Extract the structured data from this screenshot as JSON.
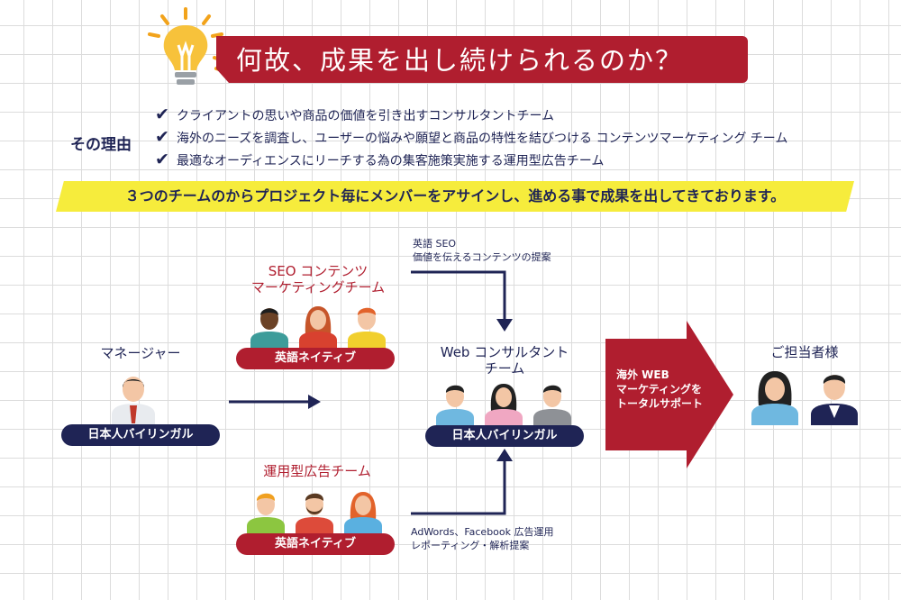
{
  "title": "何故、成果を出し続けられるのか？",
  "reasons": {
    "label": "その理由",
    "items": [
      "クライアントの思いや商品の価値を引き出すコンサルタントチーム",
      "海外のニーズを調査し、ユーザーの悩みや願望と商品の特性を結びつける コンテンツマーケティング チーム",
      "最適なオーディエンスにリーチする為の集客施策実施する運用型広告チーム"
    ]
  },
  "highlight": "３つのチームのからプロジェクト毎にメンバーをアサインし、進める事で成果を出してきております。",
  "manager": {
    "title": "マネージャー",
    "badge": "日本人バイリンガル"
  },
  "seo_team": {
    "title_line1": "SEO コンテンツ",
    "title_line2": "マーケティングチーム",
    "badge": "英語ネイティブ"
  },
  "ads_team": {
    "title": "運用型広告チーム",
    "badge": "英語ネイティブ"
  },
  "consultant": {
    "title_line1": "Web コンサルタント",
    "title_line2": "チーム",
    "badge": "日本人バイリンガル"
  },
  "notes": {
    "seo_line1": "英語 SEO",
    "seo_line2": "価値を伝えるコンテンツの提案",
    "ads_line1": "AdWords、Facebook 広告運用",
    "ads_line2": "レポーティング・解析提案"
  },
  "big_arrow": {
    "line1": "海外 WEB",
    "line2": "マーケティングを",
    "line3": "トータルサポート"
  },
  "client": {
    "title": "ご担当者様"
  },
  "colors": {
    "navy": "#1f2455",
    "red": "#b01e2f",
    "yellow": "#f6ec3c"
  },
  "icons": [
    "lightbulb-icon",
    "check-icon",
    "person-icon",
    "arrow-icon"
  ]
}
